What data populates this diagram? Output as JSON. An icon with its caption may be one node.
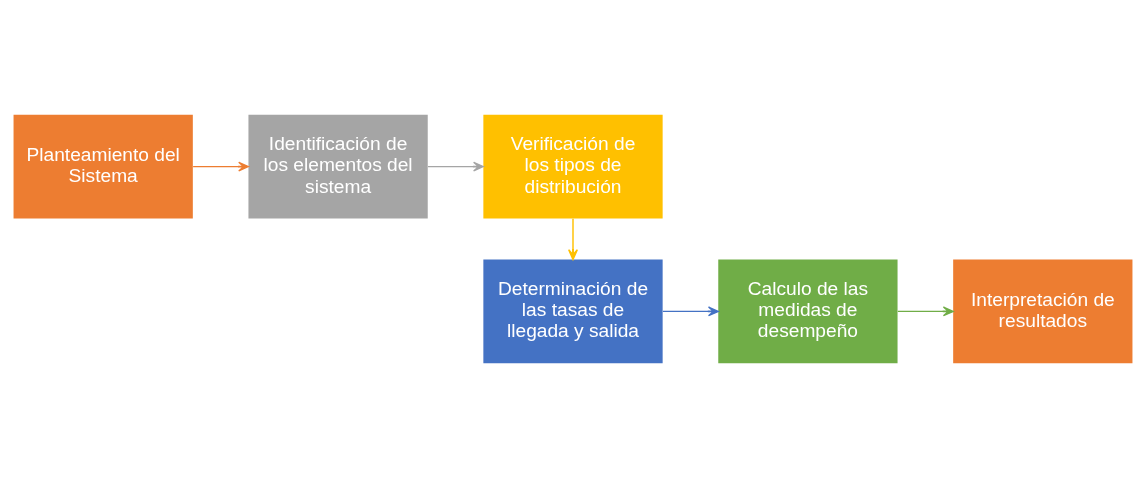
{
  "diagram": {
    "nodes": [
      {
        "text": [
          "Planteamiento del Sistema"
        ]
      },
      {
        "text": [
          "Identificación de los elementos del sistema"
        ]
      },
      {
        "text": [
          "Verificación de los tipos de distribución"
        ]
      },
      {
        "text": [
          "Determinación de las tasas de llegada y salida"
        ]
      },
      {
        "text": [
          "Calculo de las medidas de desempeño"
        ]
      },
      {
        "text": [
          "Interpretación de resultados"
        ]
      }
    ],
    "edges": [
      {
        "from": 0,
        "to": 1,
        "arrow": "to",
        "color": "#ed7d31"
      },
      {
        "from": 1,
        "to": 2,
        "arrow": "to",
        "color": "#a5a5a5"
      },
      {
        "from": 2,
        "to": 3,
        "arrow": "to",
        "color": "#ffc000"
      },
      {
        "from": 3,
        "to": 4,
        "arrow": "to",
        "color": "#4472c4"
      },
      {
        "from": 4,
        "to": 5,
        "arrow": "to",
        "color": "#70ad47"
      }
    ]
  }
}
